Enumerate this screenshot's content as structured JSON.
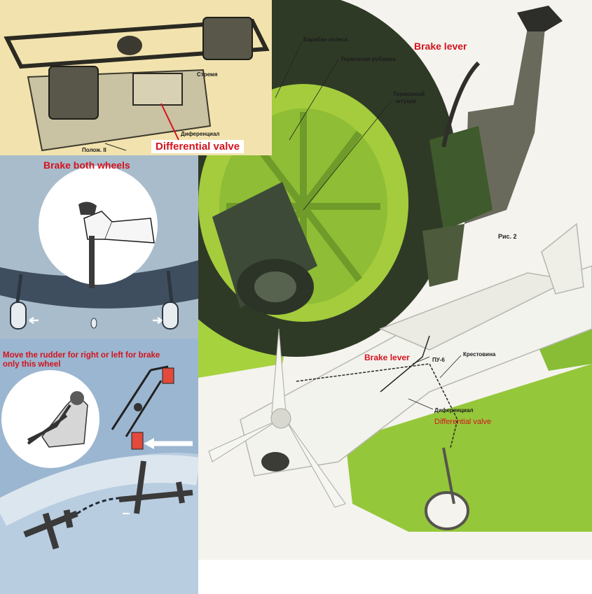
{
  "top_left_panel": {
    "ru_labels": {
      "stremya": "Стремя",
      "diferentsial": "Диференциал",
      "polozh": "Полож. II"
    },
    "callout": "Differential valve",
    "colors": {
      "background": "#f2e3ae",
      "callout": "#d4121c"
    }
  },
  "main_panel": {
    "ru_labels": {
      "baraban": "Барабан колеса",
      "rubashka": "Тормозная рубашка",
      "shtutser_1": "Тормозный",
      "shtutser_2": "штуцер",
      "ris": "Рис. 2",
      "pu6": "ПУ-6",
      "krestovina": "Крестовина",
      "diferentsial": "Диференциал"
    },
    "callouts": {
      "brake_lever_top": "Brake lever",
      "brake_lever_plane": "Brake lever",
      "differential_valve": "Differential valve"
    },
    "colors": {
      "background": "#f4f3ee",
      "green": "#9ecf3a",
      "dark_green": "#2e4a24"
    }
  },
  "middle_left_panel": {
    "callout": "Brake both wheels",
    "colors": {
      "background": "#a8bccc"
    }
  },
  "bottom_left_panel": {
    "callout_line1": "Move the rudder for right or left for brake",
    "callout_line2": "only this wheel",
    "colors": {
      "background": "#9bb6d0"
    }
  }
}
